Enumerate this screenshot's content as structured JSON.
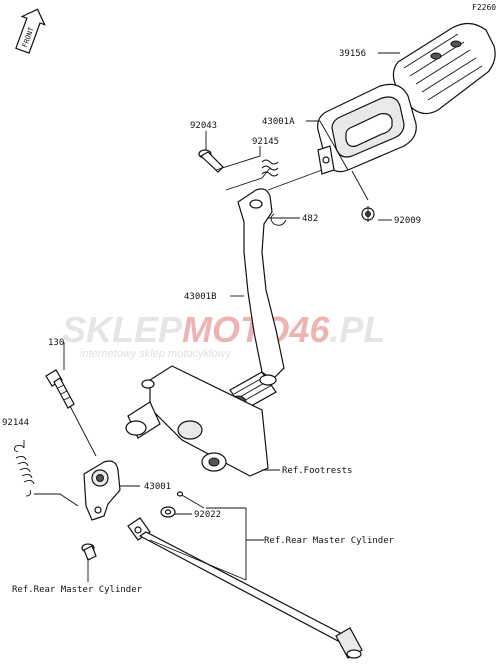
{
  "figure_code": "F2260",
  "front_label": "FRONT",
  "watermark": {
    "brand_part1": "SKLEP",
    "brand_part2": "MOTO",
    "brand_part3": "46",
    "brand_part4": ".PL",
    "tagline": "internetowy sklep motocyklowy"
  },
  "callouts": [
    "39156",
    "43001A",
    "92043",
    "92145",
    "482",
    "92009",
    "43001B",
    "130",
    "92144",
    "43001",
    "92022",
    "Ref.Footrests",
    "Ref.Rear Master Cylinder",
    "Ref.Rear Master Cylinder"
  ]
}
